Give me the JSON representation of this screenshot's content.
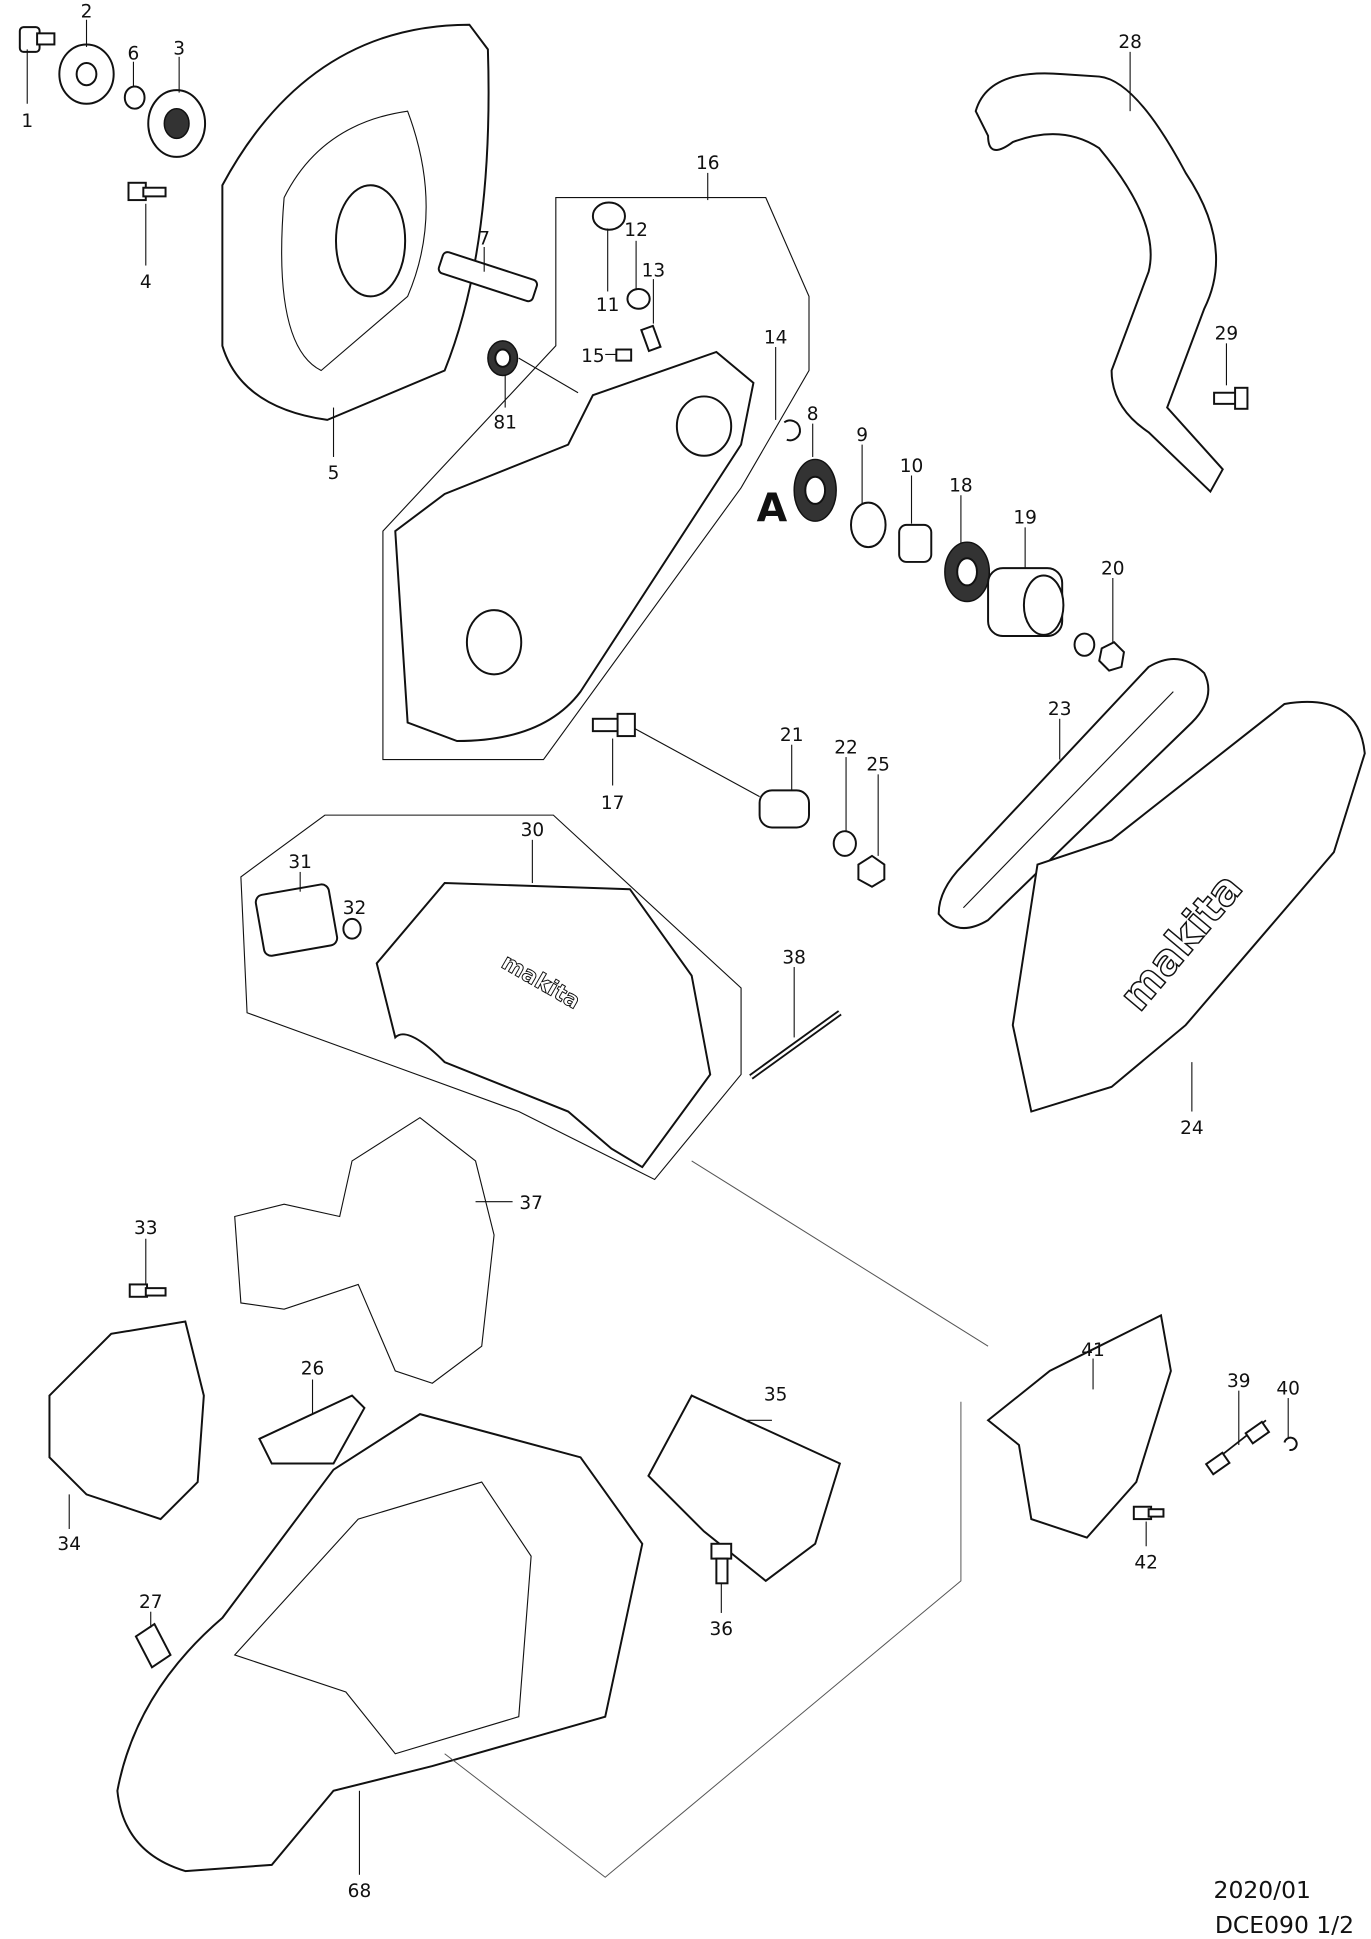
{
  "diagram": {
    "part_numbers": [
      "1",
      "2",
      "6",
      "3",
      "4",
      "5",
      "7",
      "16",
      "12",
      "11",
      "13",
      "15",
      "14",
      "81",
      "28",
      "29",
      "8",
      "9",
      "10",
      "18",
      "19",
      "20",
      "23",
      "21",
      "22",
      "25",
      "17",
      "30",
      "31",
      "32",
      "38",
      "24",
      "37",
      "33",
      "26",
      "35",
      "41",
      "39",
      "40",
      "34",
      "27",
      "36",
      "42",
      "68"
    ],
    "section_marker": "A",
    "brand_marks": [
      "makita",
      "makita"
    ]
  },
  "footer": {
    "date": "2020/01",
    "model_page": "DCE090 1/2"
  }
}
